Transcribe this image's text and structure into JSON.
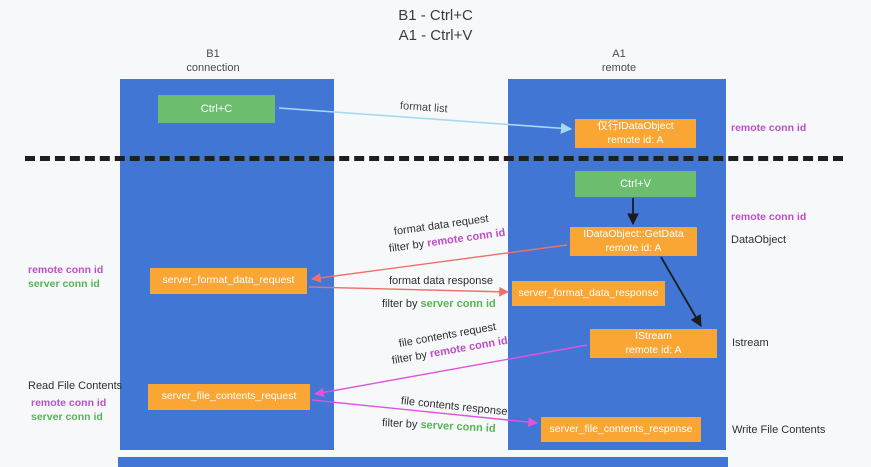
{
  "title": {
    "line1": "B1 - Ctrl+C",
    "line2": "A1 - Ctrl+V"
  },
  "lifelines": {
    "left": {
      "name": "B1",
      "role": "connection"
    },
    "right": {
      "name": "A1",
      "role": "remote"
    }
  },
  "nodes": {
    "ctrl_c": {
      "label": "Ctrl+C"
    },
    "clipboard_dataobject": {
      "line1": "仅行IDataObject",
      "line2": "remote id: A"
    },
    "ctrl_v": {
      "label": "Ctrl+V"
    },
    "getdata": {
      "line1": "IDataObject::GetData",
      "line2": "remote id: A"
    },
    "format_request": {
      "label": "server_format_data_request"
    },
    "format_response": {
      "label": "server_format_data_response"
    },
    "istream": {
      "line1": "IStream",
      "line2": "remote id: A"
    },
    "file_request": {
      "label": "server_file_contents_request"
    },
    "file_response": {
      "label": "server_file_contents_response"
    }
  },
  "arrow_labels": {
    "format_list": "format list",
    "format_data_request": "format data request",
    "format_data_response": "format data response",
    "file_contents_request": "file contents request",
    "file_contents_response": "file contents response",
    "filter_by": "filter by",
    "remote_conn_id": "remote conn id",
    "server_conn_id": "server conn id"
  },
  "side_labels": {
    "remote_conn_id": "remote conn id",
    "server_conn_id": "server conn id",
    "dataobject": "DataObject",
    "istream": "Istream",
    "read_file_contents": "Read File Contents",
    "write_file_contents": "Write File Contents"
  },
  "colors": {
    "lifeline_blue": "#4176D4",
    "action_green": "#6CBE6E",
    "message_orange": "#FAA634",
    "remote_conn_purple": "#BD4FC8",
    "server_conn_green": "#57B457",
    "request_arrow_red": "#ED7169",
    "contents_arrow_magenta": "#DD55DD",
    "format_list_arrow_blue": "#A8D8F0"
  }
}
